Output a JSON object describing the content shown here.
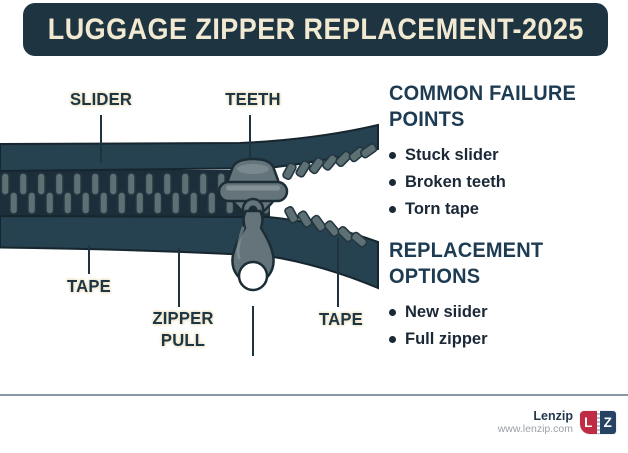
{
  "title": "LUGGAGE ZIPPER REPLACEMENT-2025",
  "diagram": {
    "label_slider": "SLIDER",
    "label_teeth": "TEETH",
    "label_tape_left": "TAPE",
    "label_zipper_pull": "ZIPPER PULL",
    "label_tape_right": "TAPE"
  },
  "sections": [
    {
      "heading": "COMMON FAILURE POINTS",
      "items": [
        "Stuck slider",
        "Broken teeth",
        "Torn tape"
      ]
    },
    {
      "heading": "REPLACEMENT OPTIONS",
      "items": [
        "New siider",
        "Full zipper"
      ]
    }
  ],
  "footer": {
    "brand": "Lenzip",
    "website": "www.lenzip.com",
    "logo_letter_l": "L",
    "logo_letter_z": "Z"
  },
  "colors": {
    "banner_bg": "#1e3541",
    "cream": "#f1e9d2",
    "heading_navy": "#1d3b52",
    "body_text": "#1b2836",
    "tape_navy": "#26414f",
    "teeth_gray": "#5d7073",
    "slider_gray": "#64747a",
    "logo_red": "#bf2c43",
    "logo_navy": "#274364",
    "divider_gray": "#8a97a9"
  }
}
